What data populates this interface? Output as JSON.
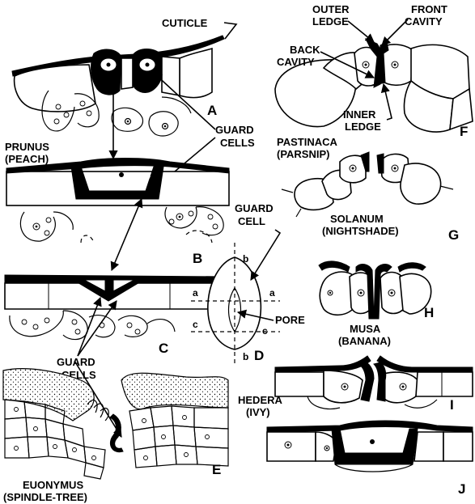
{
  "labels": {
    "cuticle": "CUTICLE",
    "guard_cells_top_1": "GUARD",
    "guard_cells_top_2": "CELLS",
    "prunus_1": "PRUNUS",
    "prunus_2": "(PEACH)",
    "guard_cells_bottom_1": "GUARD",
    "guard_cells_bottom_2": "CELLS",
    "euonymus_1": "EUONYMUS",
    "euonymus_2": "(SPINDLE-TREE)",
    "outer_ledge_1": "OUTER",
    "outer_ledge_2": "LEDGE",
    "front_cavity_1": "FRONT",
    "front_cavity_2": "CAVITY",
    "back_cavity_1": "BACK",
    "back_cavity_2": "CAVITY",
    "inner_ledge_1": "INNER",
    "inner_ledge_2": "LEDGE",
    "pastinaca_1": "PASTINACA",
    "pastinaca_2": "(PARSNIP)",
    "solanum_1": "SOLANUM",
    "solanum_2": "(NIGHTSHADE)",
    "guard_cell_1": "GUARD",
    "guard_cell_2": "CELL",
    "pore": "PORE",
    "musa_1": "MUSA",
    "musa_2": "(BANANA)",
    "hedera_1": "HEDERA",
    "hedera_2": "(IVY)"
  },
  "section_marks": {
    "a": "a",
    "b": "b",
    "c": "c"
  },
  "panels": {
    "A": "A",
    "B": "B",
    "C": "C",
    "D": "D",
    "E": "E",
    "F": "F",
    "G": "G",
    "H": "H",
    "I": "I",
    "J": "J"
  }
}
